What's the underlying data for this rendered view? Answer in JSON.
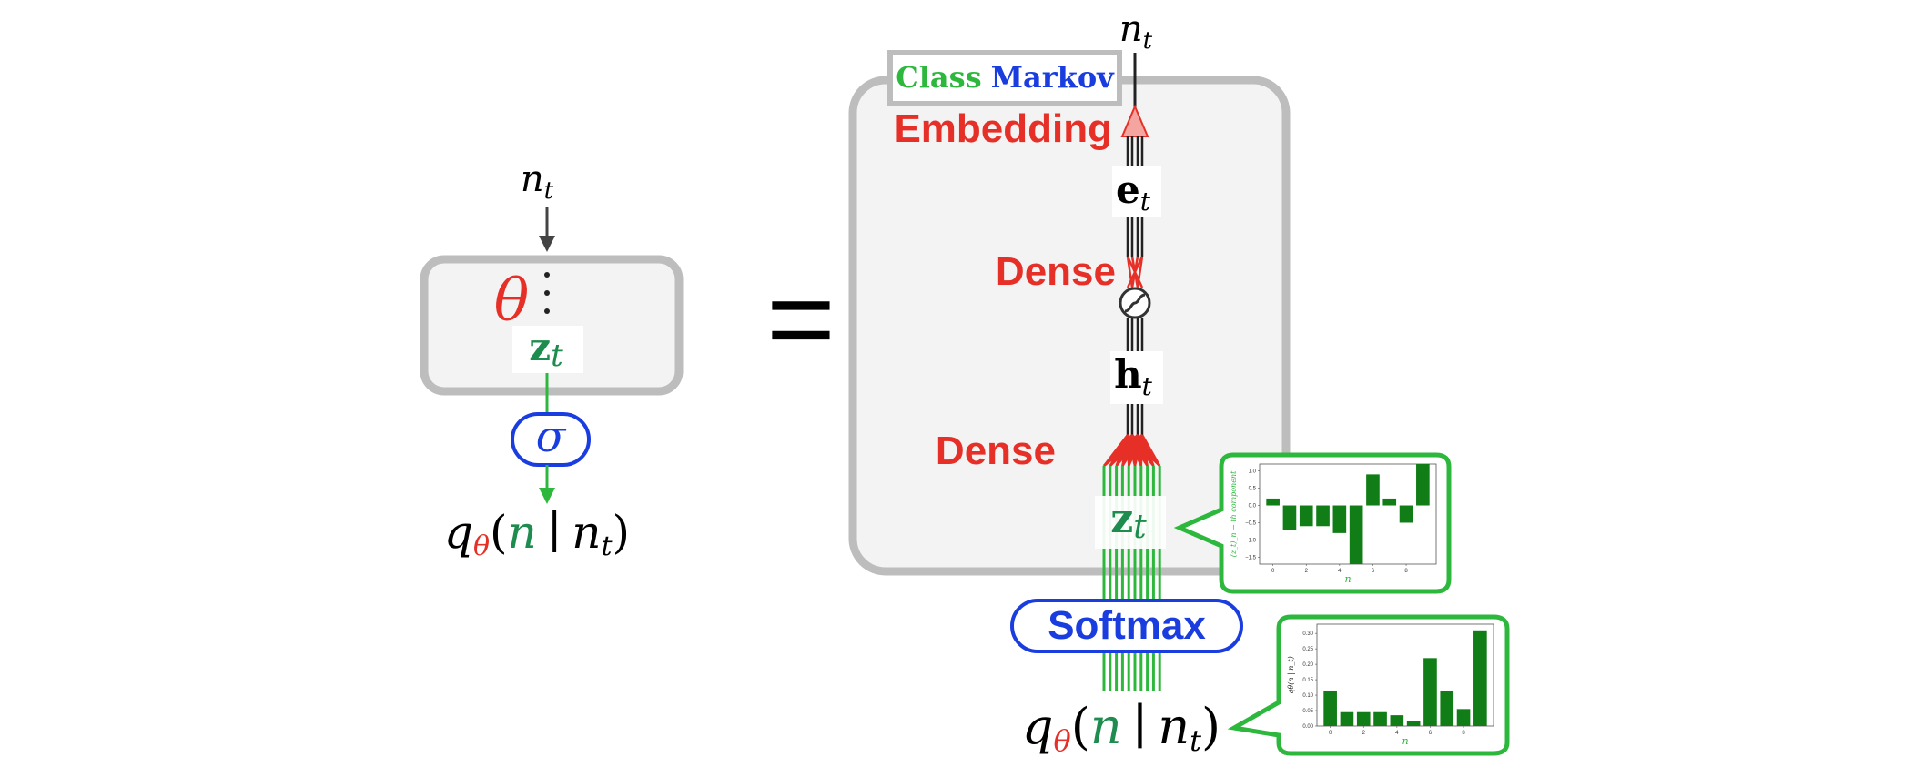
{
  "left": {
    "input_label": "n",
    "input_sub": "t",
    "theta": "θ",
    "dots": "⋮",
    "z_label": "z",
    "z_sub": "t",
    "sigma": "σ",
    "output": {
      "q": "q",
      "theta": "θ",
      "open": "(",
      "n": "n",
      "bar": "∣",
      "nt": "n",
      "nt_sub": "t",
      "close": ")"
    }
  },
  "equals": "=",
  "right": {
    "input_label": "n",
    "input_sub": "t",
    "class_word": "Class",
    "markov_word": "Markov",
    "embedding": "Embedding",
    "e_label": "e",
    "e_sub": "t",
    "dense1": "Dense",
    "h_label": "h",
    "h_sub": "t",
    "dense2": "Dense",
    "z_label": "z",
    "z_sub": "t",
    "softmax": "Softmax",
    "output": {
      "q": "q",
      "theta": "θ",
      "open": "(",
      "n": "n",
      "bar": "∣",
      "nt": "n",
      "nt_sub": "t",
      "close": ")"
    }
  },
  "colors": {
    "red": "#e63027",
    "green_math": "#1e8c4e",
    "green_box": "#2db83d",
    "blue": "#1a3de0",
    "bar_green": "#117d17",
    "box_border": "#bdbdbd",
    "box_fill": "#f3f3f3"
  },
  "chart_data": [
    {
      "type": "bar",
      "x": [
        0,
        1,
        2,
        3,
        4,
        5,
        6,
        7,
        8,
        9
      ],
      "values": [
        0.2,
        -0.7,
        -0.6,
        -0.6,
        -0.8,
        -1.7,
        0.9,
        0.2,
        -0.5,
        1.2
      ],
      "ylabel": "(z_t)_n − th component",
      "xlabel": "n",
      "ylim": [
        -1.7,
        1.2
      ],
      "xlim": [
        -0.8,
        9.8
      ],
      "yticks": [
        1.0,
        0.5,
        0.0,
        -0.5,
        -1.0,
        -1.5
      ],
      "ytick_labels": [
        "1.0",
        "0.5",
        "0.0",
        "−0.5",
        "−1.0",
        "−1.5"
      ],
      "xticks": [
        0,
        2,
        4,
        6,
        8
      ],
      "xtick_labels": [
        "0",
        "2",
        "4",
        "6",
        "8"
      ]
    },
    {
      "type": "bar",
      "x": [
        0,
        1,
        2,
        3,
        4,
        5,
        6,
        7,
        8,
        9
      ],
      "values": [
        0.115,
        0.045,
        0.045,
        0.045,
        0.035,
        0.015,
        0.22,
        0.115,
        0.055,
        0.31
      ],
      "ylabel": "qθ(n | n_t)",
      "xlabel": "n",
      "ylim": [
        0,
        0.33
      ],
      "xlim": [
        -0.8,
        9.8
      ],
      "yticks": [
        0.0,
        0.05,
        0.1,
        0.15,
        0.2,
        0.25,
        0.3
      ],
      "ytick_labels": [
        "0.00",
        "0.05",
        "0.10",
        "0.15",
        "0.20",
        "0.25",
        "0.30"
      ],
      "xticks": [
        0,
        2,
        4,
        6,
        8
      ],
      "xtick_labels": [
        "0",
        "2",
        "4",
        "6",
        "8"
      ]
    }
  ]
}
